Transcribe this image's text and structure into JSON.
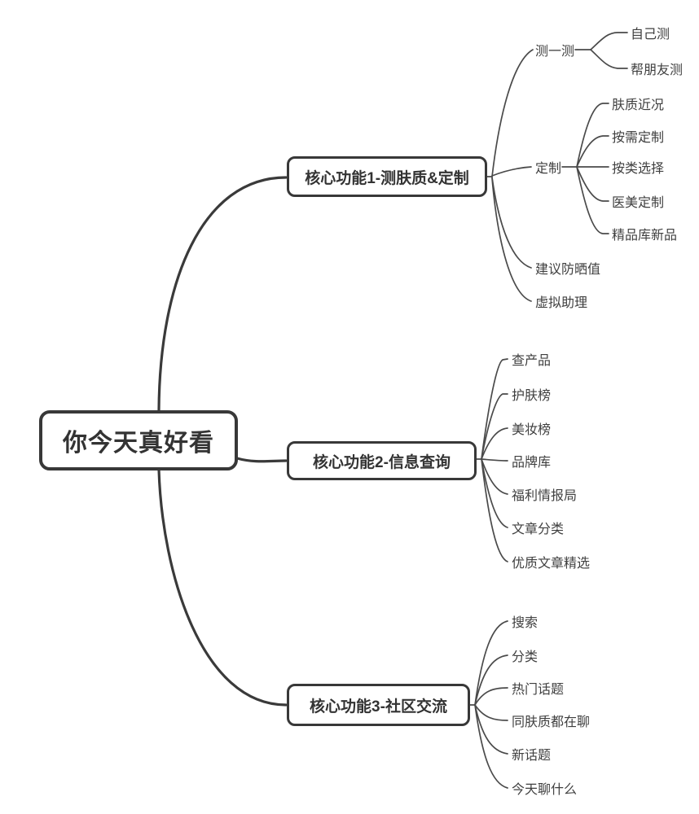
{
  "title_node": "你今天真好看",
  "branches": [
    {
      "label": "核心功能1-测肤质&定制",
      "children": [
        {
          "label": "测一测",
          "children": [
            {
              "label": "自己测"
            },
            {
              "label": "帮朋友测"
            }
          ]
        },
        {
          "label": "定制",
          "children": [
            {
              "label": "肤质近况"
            },
            {
              "label": "按需定制"
            },
            {
              "label": "按类选择"
            },
            {
              "label": "医美定制"
            },
            {
              "label": "精品库新品"
            }
          ]
        },
        {
          "label": "建议防晒值"
        },
        {
          "label": "虚拟助理"
        }
      ]
    },
    {
      "label": "核心功能2-信息查询",
      "children": [
        {
          "label": "查产品"
        },
        {
          "label": "护肤榜"
        },
        {
          "label": "美妆榜"
        },
        {
          "label": "品牌库"
        },
        {
          "label": "福利情报局"
        },
        {
          "label": "文章分类"
        },
        {
          "label": "优质文章精选"
        }
      ]
    },
    {
      "label": "核心功能3-社区交流",
      "children": [
        {
          "label": "搜索"
        },
        {
          "label": "分类"
        },
        {
          "label": "热门话题"
        },
        {
          "label": "同肤质都在聊"
        },
        {
          "label": "新话题"
        },
        {
          "label": "今天聊什么"
        }
      ]
    }
  ],
  "colors": {
    "background": "#ffffff",
    "main_line": "#3a3a3a",
    "sub_line": "#4a4a4a",
    "box_border": "#383838",
    "text": "#3f3f3f"
  }
}
